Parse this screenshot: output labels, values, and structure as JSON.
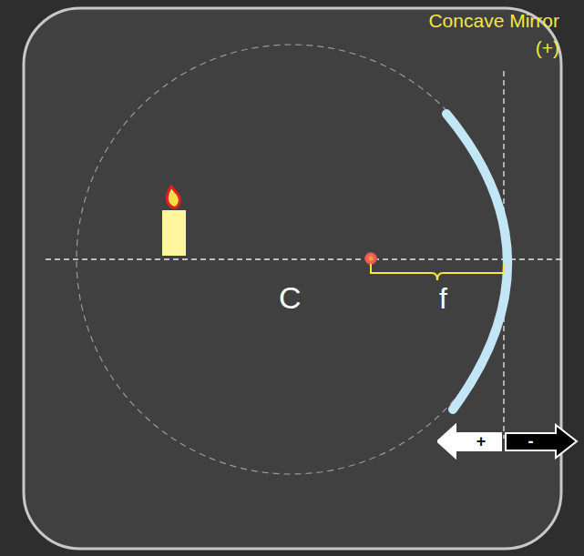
{
  "diagram": {
    "nodes": [
      {
        "text": [
          "+"
        ]
      },
      {
        "text": [
          "-"
        ]
      }
    ],
    "labels": [
      "Concave Mirror (+)",
      "C",
      "f"
    ]
  }
}
